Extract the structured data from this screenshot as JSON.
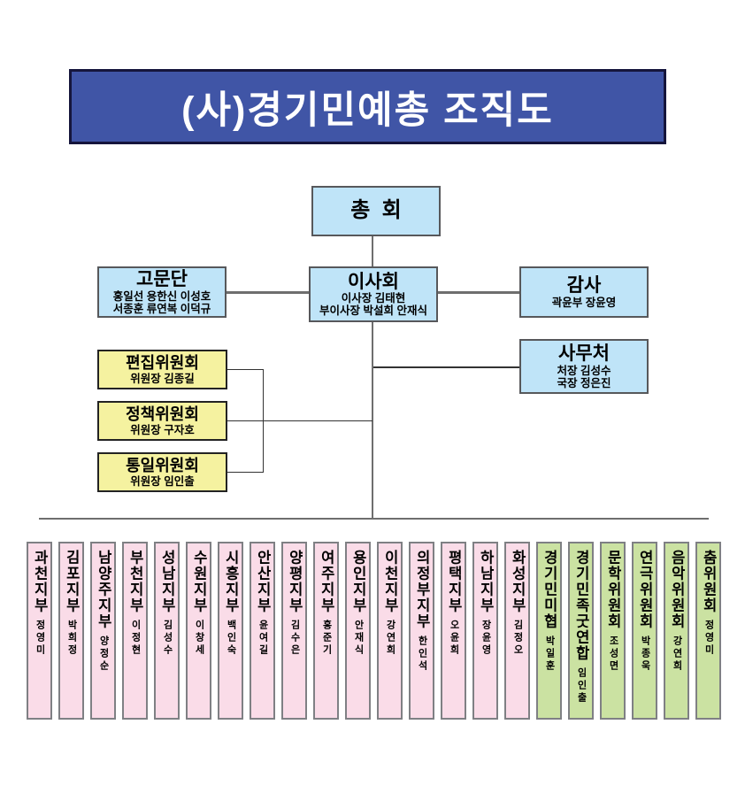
{
  "title": "(사)경기민예총 조직도",
  "colors": {
    "banner_bg": "#4055a6",
    "banner_border": "#15153c",
    "blue_box": "#bfe4f8",
    "yellow_box": "#f5f2a0",
    "pink_box": "#fadce8",
    "green_box": "#cbe2a2",
    "line": "#6e6e6e"
  },
  "assembly": {
    "title": "총  회"
  },
  "advisors": {
    "title": "고문단",
    "line1": "홍일선 용한신 이성호",
    "line2": "서종훈 류연복 이덕규"
  },
  "board": {
    "title": "이사회",
    "line1": "이사장 김태현",
    "line2": "부이사장 박설희 안재식"
  },
  "auditors": {
    "title": "감사",
    "line1": "곽윤부 장윤영"
  },
  "office": {
    "title": "사무처",
    "line1": "처장 김성수",
    "line2": "국장 정은진"
  },
  "committees": [
    {
      "title": "편집위원회",
      "chair": "위원장 김종길"
    },
    {
      "title": "정책위원회",
      "chair": "위원장 구자호"
    },
    {
      "title": "통일위원회",
      "chair": "위원장 임인출"
    }
  ],
  "branches": [
    {
      "title": "과천지부",
      "name": "정영미",
      "type": "pink"
    },
    {
      "title": "김포지부",
      "name": "박희정",
      "type": "pink"
    },
    {
      "title": "남양주지부",
      "name": "양정순",
      "type": "pink"
    },
    {
      "title": "부천지부",
      "name": "이정현",
      "type": "pink"
    },
    {
      "title": "성남지부",
      "name": "김성수",
      "type": "pink"
    },
    {
      "title": "수원지부",
      "name": "이창세",
      "type": "pink"
    },
    {
      "title": "시흥지부",
      "name": "백인숙",
      "type": "pink"
    },
    {
      "title": "안산지부",
      "name": "윤여길",
      "type": "pink"
    },
    {
      "title": "양평지부",
      "name": "김수은",
      "type": "pink"
    },
    {
      "title": "여주지부",
      "name": "홍준기",
      "type": "pink"
    },
    {
      "title": "용인지부",
      "name": "안재식",
      "type": "pink"
    },
    {
      "title": "이천지부",
      "name": "강연희",
      "type": "pink"
    },
    {
      "title": "의정부지부",
      "name": "한인석",
      "type": "pink"
    },
    {
      "title": "평택지부",
      "name": "오윤희",
      "type": "pink"
    },
    {
      "title": "하남지부",
      "name": "장윤영",
      "type": "pink"
    },
    {
      "title": "화성지부",
      "name": "김정오",
      "type": "pink"
    },
    {
      "title": "경기민미협",
      "name": "박일훈",
      "type": "green"
    },
    {
      "title": "경기민족굿연합",
      "name": "임인출",
      "type": "green"
    },
    {
      "title": "문학위원회",
      "name": "조성면",
      "type": "green"
    },
    {
      "title": "연극위원회",
      "name": "박종욱",
      "type": "green"
    },
    {
      "title": "음악위원회",
      "name": "강연희",
      "type": "green"
    },
    {
      "title": "춤위원회",
      "name": "정영미",
      "type": "green"
    }
  ]
}
